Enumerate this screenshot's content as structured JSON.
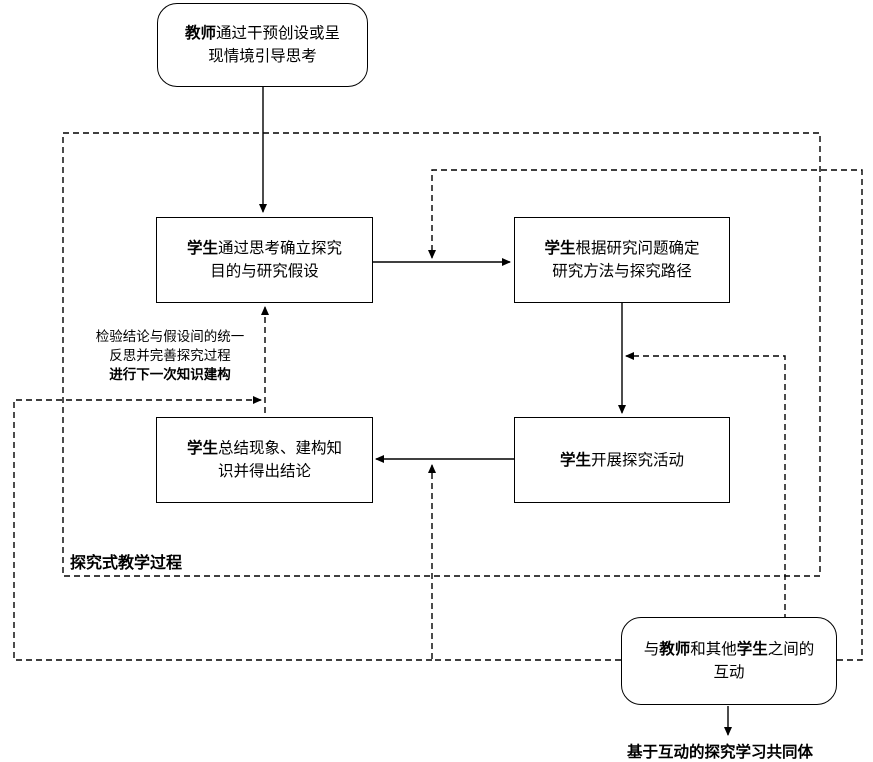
{
  "nodes": {
    "teacher_intro": {
      "strong": "教师",
      "rest1": "通过干预创设或呈",
      "line2": "现情境引导思考"
    },
    "hypothesis": {
      "strong": "学生",
      "rest1": "通过思考确立探究",
      "line2": "目的与研究假设"
    },
    "method": {
      "strong": "学生",
      "rest1": "根据研究问题确定",
      "line2": "研究方法与探究路径"
    },
    "activity": {
      "strong": "学生",
      "rest1": "开展探究活动"
    },
    "conclusion": {
      "strong": "学生",
      "rest1": "总结现象、建构知",
      "line2": "识并得出结论"
    },
    "interaction": {
      "part1": "与",
      "strong1": "教师",
      "part2": "和其他",
      "strong2": "学生",
      "part3": "之间的",
      "line2": "互动"
    }
  },
  "feedback_note": {
    "line1": "检验结论与假设间的统一",
    "line2": "反思并完善探究过程",
    "line3": "进行下一次知识建构"
  },
  "region_label": "探究式教学过程",
  "footer_label": "基于互动的探究学习共同体"
}
